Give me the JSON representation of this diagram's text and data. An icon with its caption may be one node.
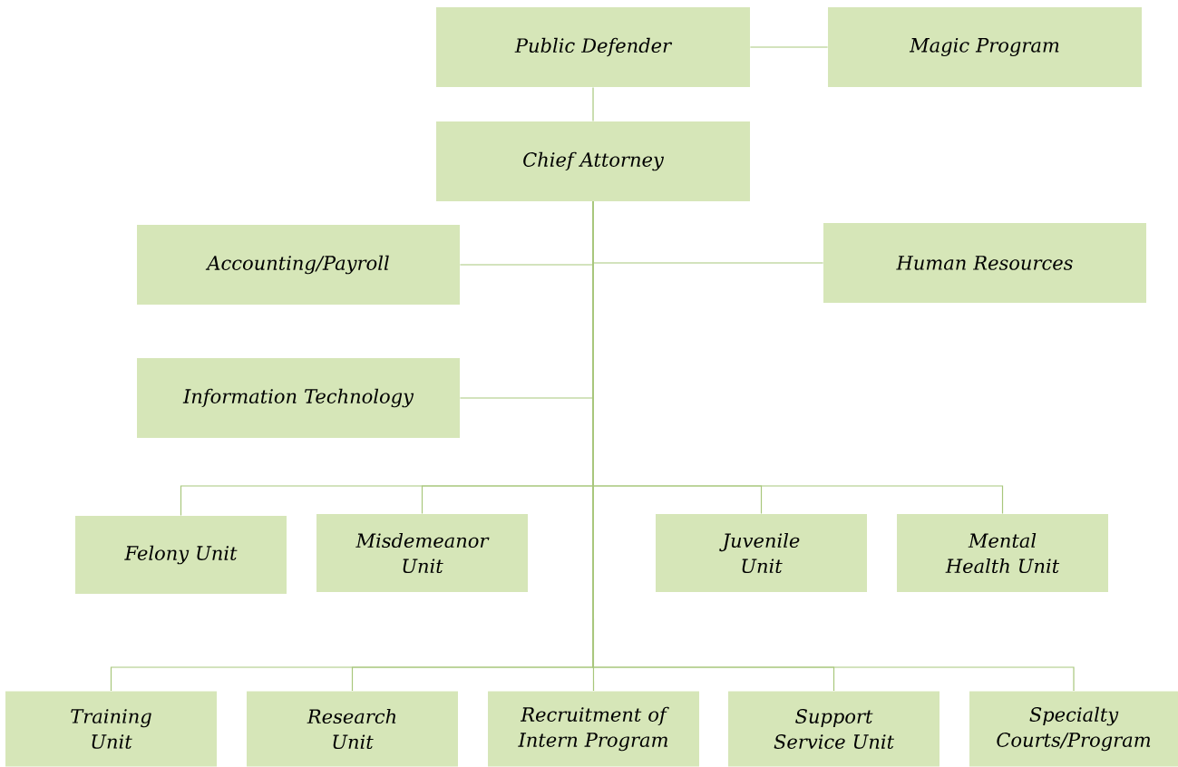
{
  "diagram": {
    "nodes": [
      {
        "text": [
          "Public Defender"
        ]
      },
      {
        "text": [
          "Magic Program"
        ]
      },
      {
        "text": [
          "Chief Attorney"
        ]
      },
      {
        "text": [
          "Accounting/Payroll"
        ]
      },
      {
        "text": [
          "Human Resources"
        ]
      },
      {
        "text": [
          "Information Technology"
        ]
      },
      {
        "text": [
          "Felony Unit"
        ]
      },
      {
        "text": [
          "Misdemeanor Unit"
        ]
      },
      {
        "text": [
          "Juvenile Unit"
        ]
      },
      {
        "text": [
          "Mental Health Unit"
        ]
      },
      {
        "text": [
          "Training Unit"
        ]
      },
      {
        "text": [
          "Research Unit"
        ]
      },
      {
        "text": [
          "Recruitment of Intern Program"
        ]
      },
      {
        "text": [
          "Support Service Unit"
        ]
      },
      {
        "text": [
          "Specialty Courts/Program"
        ]
      }
    ],
    "edges": [
      {
        "from": 0,
        "to": 1,
        "arrow": "none"
      },
      {
        "from": 0,
        "to": 2,
        "arrow": "none"
      },
      {
        "from": 2,
        "to": 3,
        "arrow": "none"
      },
      {
        "from": 2,
        "to": 4,
        "arrow": "none"
      },
      {
        "from": 2,
        "to": 5,
        "arrow": "none"
      },
      {
        "from": 2,
        "to": 6,
        "arrow": "none"
      },
      {
        "from": 2,
        "to": 7,
        "arrow": "none"
      },
      {
        "from": 2,
        "to": 8,
        "arrow": "none"
      },
      {
        "from": 2,
        "to": 9,
        "arrow": "none"
      },
      {
        "from": 2,
        "to": 10,
        "arrow": "none"
      },
      {
        "from": 2,
        "to": 11,
        "arrow": "none"
      },
      {
        "from": 2,
        "to": 12,
        "arrow": "none"
      },
      {
        "from": 2,
        "to": 13,
        "arrow": "none"
      },
      {
        "from": 2,
        "to": 14,
        "arrow": "none"
      }
    ]
  }
}
